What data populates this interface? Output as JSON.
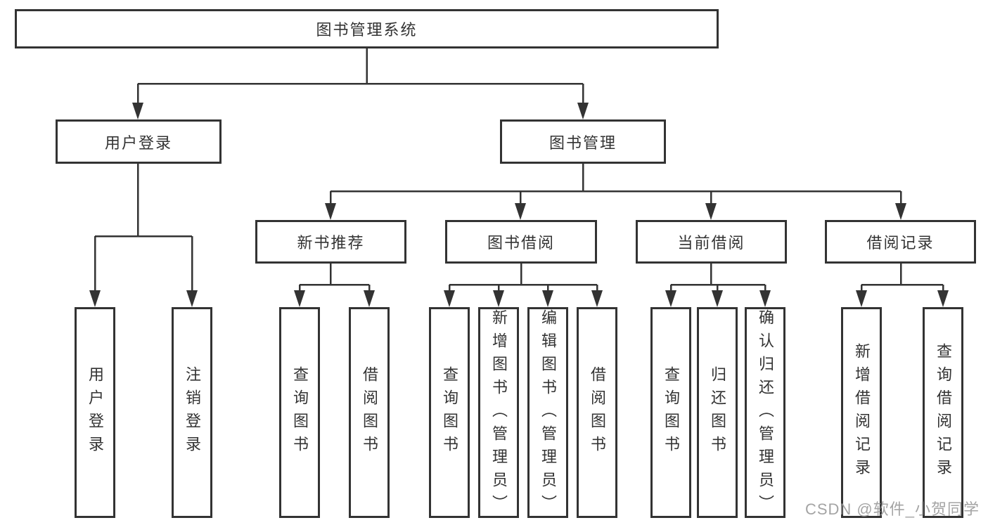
{
  "diagram": {
    "type": "hierarchy-tree",
    "title": "图书管理系统"
  },
  "tree": {
    "root": {
      "label": "图书管理系统"
    },
    "branches": [
      {
        "label": "用户登录",
        "children": [
          {
            "label": "用户登录"
          },
          {
            "label": "注销登录"
          }
        ]
      },
      {
        "label": "图书管理",
        "children": [
          {
            "label": "新书推荐",
            "children": [
              {
                "label": "查询图书"
              },
              {
                "label": "借阅图书"
              }
            ]
          },
          {
            "label": "图书借阅",
            "children": [
              {
                "label": "查询图书"
              },
              {
                "label": "新增图书（管理员）"
              },
              {
                "label": "编辑图书（管理员）"
              },
              {
                "label": "借阅图书"
              }
            ]
          },
          {
            "label": "当前借阅",
            "children": [
              {
                "label": "查询图书"
              },
              {
                "label": "归还图书"
              },
              {
                "label": "确认归还（管理员）"
              }
            ]
          },
          {
            "label": "借阅记录",
            "children": [
              {
                "label": "新增借阅记录"
              },
              {
                "label": "查询借阅记录"
              }
            ]
          }
        ]
      }
    ]
  },
  "watermark": {
    "text": "CSDN @软件_小贺同学",
    "color": "#949494"
  },
  "colors": {
    "line": "#333333",
    "box_border": "#333333",
    "text": "#333333",
    "background": "#ffffff"
  }
}
